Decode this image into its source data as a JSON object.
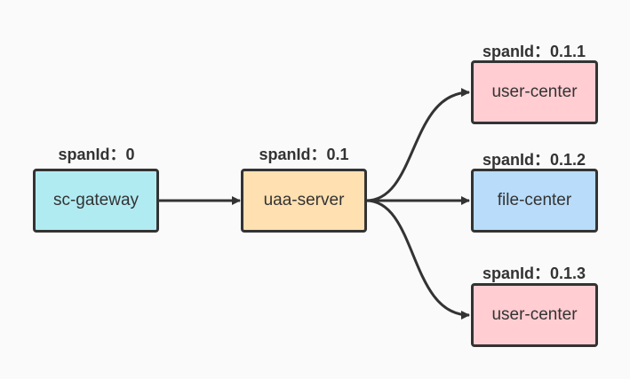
{
  "nodes": {
    "gateway": {
      "label": "sc-gateway",
      "span": "spanId：0",
      "fill": "#b1ebf2"
    },
    "uaa": {
      "label": "uaa-server",
      "span": "spanId：0.1",
      "fill": "#ffe0b0"
    },
    "user_center_a": {
      "label": "user-center",
      "span": "spanId：0.1.1",
      "fill": "#ffcdd2"
    },
    "file_center": {
      "label": "file-center",
      "span": "spanId：0.1.2",
      "fill": "#b8dcf9"
    },
    "user_center_b": {
      "label": "user-center",
      "span": "spanId：0.1.3",
      "fill": "#ffcdd2"
    }
  },
  "edge_color": "#333333"
}
